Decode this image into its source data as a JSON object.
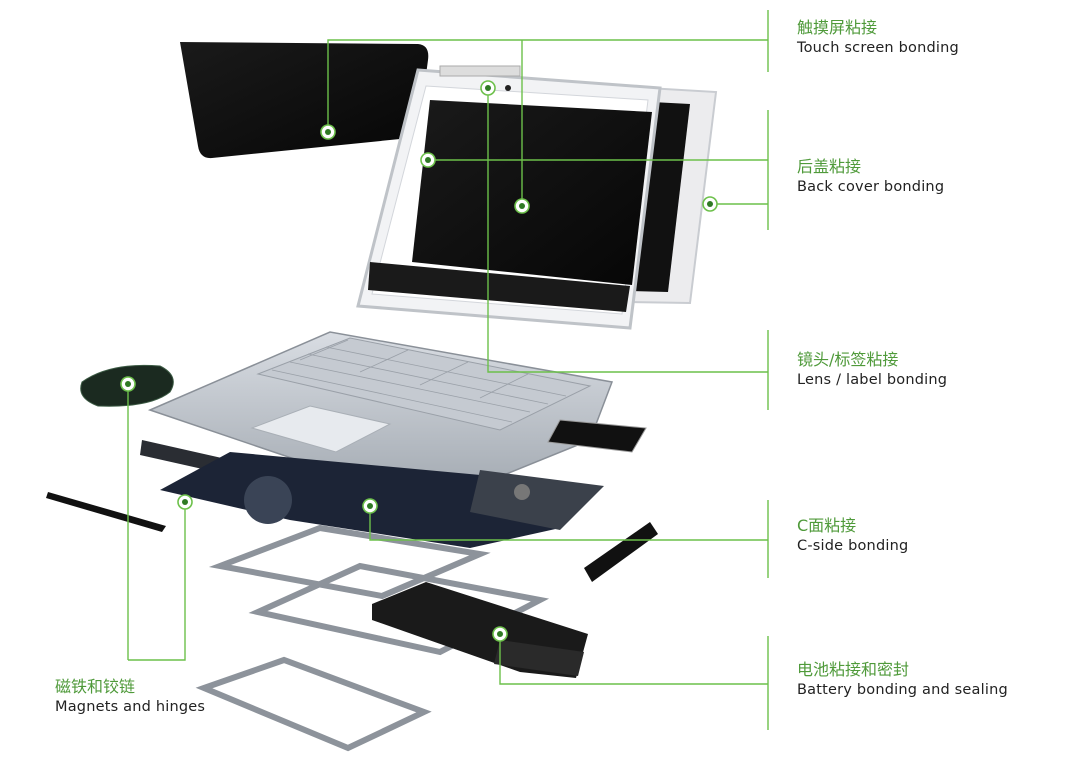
{
  "colors": {
    "accent": "#4f9a3a",
    "line": "#6cc04a",
    "text": "#222222"
  },
  "labels": {
    "touch": {
      "zh": "触摸屏粘接",
      "en": "Touch screen bonding"
    },
    "back": {
      "zh": "后盖粘接",
      "en": "Back cover bonding"
    },
    "lens": {
      "zh": "镜头/标签粘接",
      "en": "Lens / label bonding"
    },
    "cside": {
      "zh": "C面粘接",
      "en": "C-side bonding"
    },
    "battery": {
      "zh": "电池粘接和密封",
      "en": "Battery bonding and sealing"
    },
    "magnets": {
      "zh": "磁铁和铰链",
      "en": "Magnets and hinges"
    }
  }
}
